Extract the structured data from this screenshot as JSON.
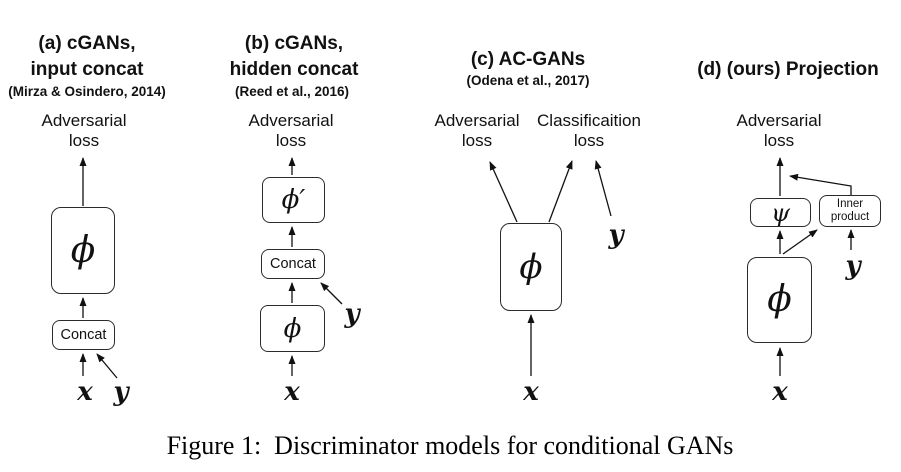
{
  "colors": {
    "ink": "#111111",
    "box_border": "#2b2b2b",
    "background": "#ffffff"
  },
  "figure": {
    "caption": "Figure 1:  Discriminator models for conditional GANs"
  },
  "symbols": {
    "x": "x",
    "y": "y",
    "phi": "ϕ",
    "phi_prime": "ϕ′",
    "psi": "ψ"
  },
  "panels": [
    {
      "title1": "(a) cGANs,",
      "title2": "input concat",
      "citation": "(Mirza & Osindero, 2014)",
      "loss1": "Adversarial",
      "loss2": "loss",
      "concat_label": "Concat"
    },
    {
      "title1": "(b) cGANs,",
      "title2": "hidden concat",
      "citation": "(Reed et al., 2016)",
      "loss1": "Adversarial",
      "loss2": "loss",
      "concat_label": "Concat"
    },
    {
      "title1": "(c) AC-GANs",
      "citation": "(Odena et al., 2017)",
      "loss_adv1": "Adversarial",
      "loss_adv2": "loss",
      "loss_cls1": "Classificaition",
      "loss_cls2": "loss"
    },
    {
      "title1": "(d) (ours) Projection",
      "loss1": "Adversarial",
      "loss2": "loss",
      "inner1": "Inner",
      "inner2": "product"
    }
  ]
}
